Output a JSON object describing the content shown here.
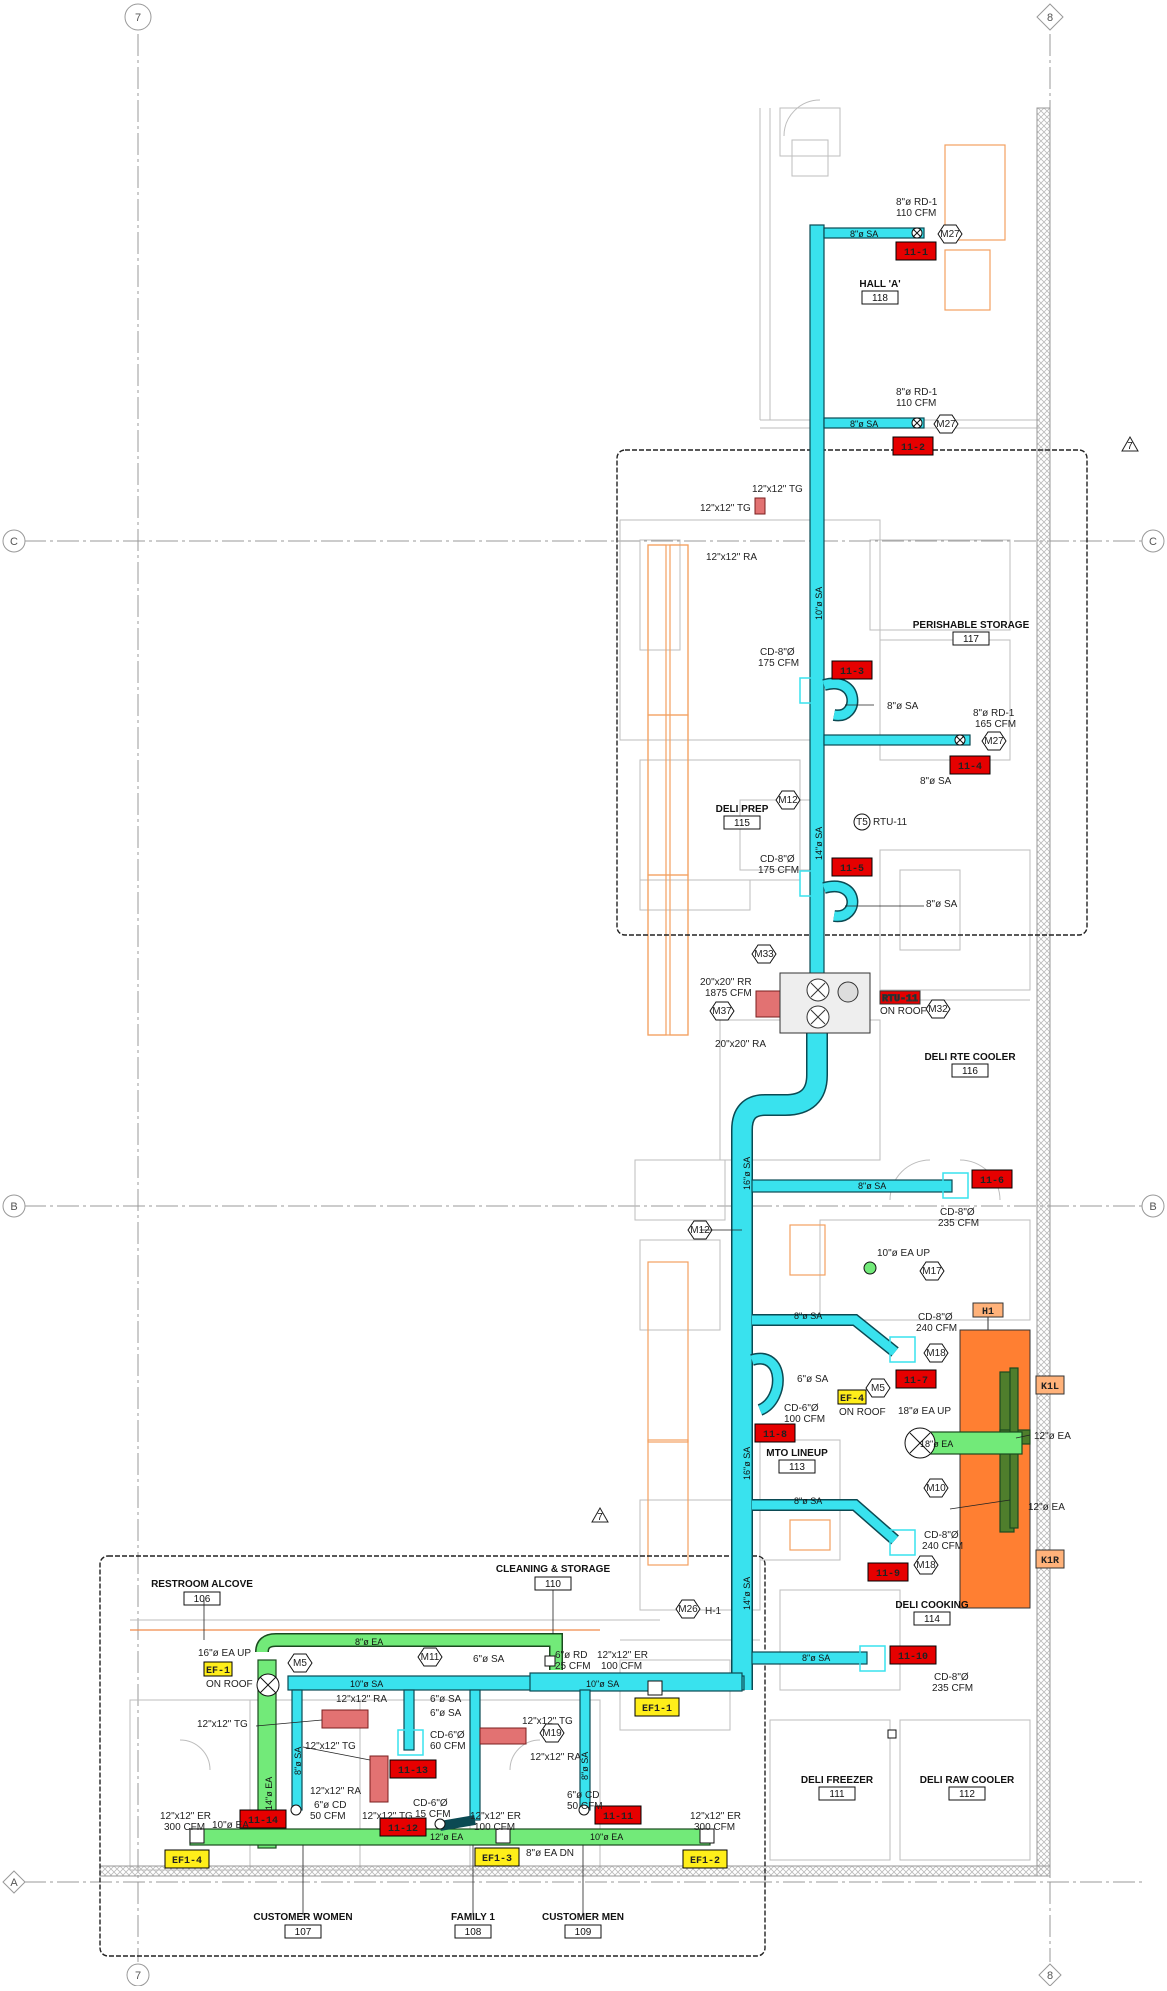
{
  "grid": {
    "col_left": "7",
    "col_right": "8",
    "row_c": "C",
    "row_b": "B",
    "row_a": "A",
    "revision": "7"
  },
  "rooms": {
    "hall_a": {
      "name": "HALL 'A'",
      "num": "118"
    },
    "perishable": {
      "name": "PERISHABLE STORAGE",
      "num": "117"
    },
    "deli_prep": {
      "name": "DELI PREP",
      "num": "115"
    },
    "deli_rte": {
      "name": "DELI RTE COOLER",
      "num": "116"
    },
    "mto": {
      "name": "MTO LINEUP",
      "num": "113"
    },
    "deli_cooking": {
      "name": "DELI COOKING",
      "num": "114"
    },
    "cleaning": {
      "name": "CLEANING & STORAGE",
      "num": "110"
    },
    "restroom": {
      "name": "RESTROOM ALCOVE",
      "num": "106"
    },
    "deli_freezer": {
      "name": "DELI FREEZER",
      "num": "111"
    },
    "deli_raw": {
      "name": "DELI RAW COOLER",
      "num": "112"
    },
    "cust_women": {
      "name": "CUSTOMER WOMEN",
      "num": "107"
    },
    "family": {
      "name": "FAMILY 1",
      "num": "108"
    },
    "cust_men": {
      "name": "CUSTOMER MEN",
      "num": "109"
    }
  },
  "red_tags": [
    "11-1",
    "11-2",
    "11-3",
    "11-4",
    "11-5",
    "11-6",
    "11-7",
    "11-8",
    "11-9",
    "11-10",
    "11-11",
    "11-12",
    "11-13",
    "11-14"
  ],
  "yellow_tags": [
    "EF-1",
    "EF-4",
    "EF1-1",
    "EF1-2",
    "EF1-3",
    "EF1-4"
  ],
  "orange_tags": [
    "H1",
    "K1L",
    "K1R"
  ],
  "units": {
    "rtu_tag": "RTU-11",
    "rtu_roof": "ON ROOF",
    "rtu_label": "RTU-11",
    "h1": "H-1",
    "on_roof": "ON ROOF"
  },
  "hex": [
    "M27",
    "M27",
    "M27",
    "M12",
    "T5",
    "M33",
    "M37",
    "M32",
    "M12",
    "M17",
    "M18",
    "M5",
    "M10",
    "M18",
    "M26",
    "M11",
    "M5",
    "M19"
  ],
  "labels": {
    "rd1_a": "8\"ø RD-1",
    "rd1_a_cfm": "110 CFM",
    "rd1_b": "8\"ø RD-1",
    "rd1_b_cfm": "110 CFM",
    "sa8_a": "8\"ø SA",
    "sa8_b": "8\"ø SA",
    "tg12_a": "12\"x12\" TG",
    "tg12_b": "12\"x12\" TG",
    "ra12_a": "12\"x12\" RA",
    "sa10_v": "10\"ø SA",
    "cd_a": "CD-8\"Ø",
    "cd_a_cfm": "175 CFM",
    "sa8_c": "8\"ø SA",
    "rd1_c": "8\"ø RD-1",
    "rd1_c_cfm": "165 CFM",
    "sa8_d": "8\"ø SA",
    "sa14_v": "14\"ø SA",
    "cd_b": "CD-8\"Ø",
    "cd_b_cfm": "175 CFM",
    "sa8_e": "8\"ø SA",
    "rr20": "20\"x20\" RR",
    "rr20_cfm": "1875 CFM",
    "ra20": "20\"x20\" RA",
    "sa16_v": "16\"ø SA",
    "sa8_f": "8\"ø SA",
    "cd_c": "CD-8\"Ø",
    "cd_c_cfm": "235 CFM",
    "ea10_up": "10\"ø EA UP",
    "sa8_g": "8\"ø SA",
    "cd_d": "CD-8\"Ø",
    "cd_d_cfm": "240 CFM",
    "sa6_a": "6\"ø SA",
    "cd6_a": "CD-6\"Ø",
    "cd6_a_cfm": "100 CFM",
    "ea18_up": "18\"ø EA UP",
    "ea18": "18\"ø EA",
    "ea12_a": "12\"ø EA",
    "ea12_b": "12\"ø EA",
    "sa16_v2": "16\"ø SA",
    "sa8_h": "8\"ø SA",
    "cd_e": "CD-8\"Ø",
    "cd_e_cfm": "240 CFM",
    "sa14_v2": "14\"ø SA",
    "sa8_i": "8\"ø SA",
    "cd_f": "CD-8\"Ø",
    "cd_f_cfm": "235 CFM",
    "ea8": "8\"ø EA",
    "ea16_up": "16\"ø EA UP",
    "sa6_b": "6\"ø SA",
    "rd6": "6\"ø RD",
    "rd6_cfm": "25 CFM",
    "er12_a": "12\"x12\" ER",
    "er12_a_cfm": "100 CFM",
    "sa10_h": "10\"ø SA",
    "sa10_h2": "10\"ø SA",
    "ra12_b": "12\"x12\" RA",
    "sa6_c": "6\"ø SA",
    "sa6_d": "6\"ø SA",
    "cd6_b": "CD-6\"Ø",
    "cd6_b_cfm": "60 CFM",
    "tg12_c": "12\"x12\" TG",
    "tg12_d": "12\"x12\" TG",
    "ra12_c": "12\"x12\" RA",
    "tg12_e": "12\"x12\" TG",
    "ra12_d": "12\"x12\" RA",
    "sa8_j": "8\"ø SA",
    "ea14": "14\"ø EA",
    "cd6_c": "6\"ø CD",
    "cd6_c_cfm": "50 CFM",
    "tg12_f": "12\"x12\" TG",
    "cd6_d": "CD-6\"Ø",
    "cd6_d_cfm": "15 CFM",
    "er12_b": "12\"x12\" ER",
    "er12_b_cfm": "100 CFM",
    "cd6_e": "6\"ø CD",
    "cd6_e_cfm": "50 CFM",
    "sa8_k": "8\"ø SA",
    "er12_c": "12\"x12\" ER",
    "er12_c_cfm": "300 CFM",
    "er12_d": "12\"x12\" ER",
    "er12_d_cfm": "300 CFM",
    "ea10_a": "10\"ø EA",
    "ea12_c": "12\"ø EA",
    "ea10_b": "10\"ø EA",
    "ea8_dn": "8\"ø EA DN"
  },
  "colors": {
    "supply": "#39e2ee",
    "exhaust": "#72ea79",
    "tag_red": "#e60000",
    "tag_yellow": "#ffee1a",
    "hood": "#ff7f32",
    "cloud": "#222222",
    "arch": "#f3a060"
  }
}
